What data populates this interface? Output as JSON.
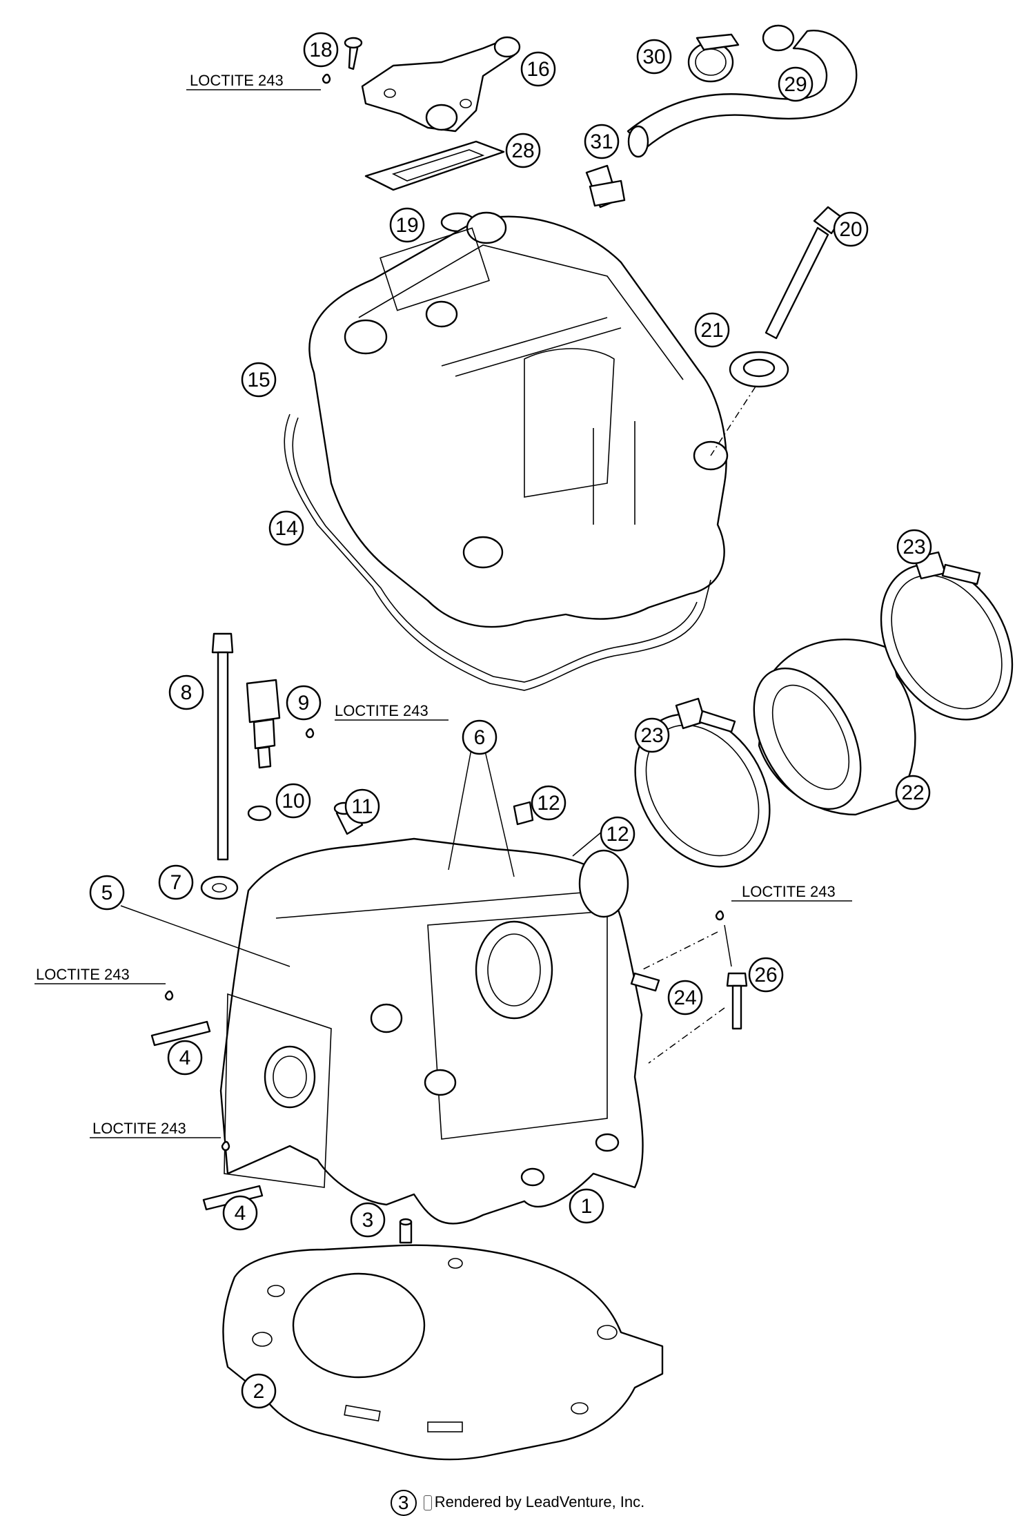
{
  "diagram": {
    "callouts": [
      {
        "id": "c18",
        "label": "18"
      },
      {
        "id": "c16",
        "label": "16"
      },
      {
        "id": "c28",
        "label": "28"
      },
      {
        "id": "c30",
        "label": "30"
      },
      {
        "id": "c29",
        "label": "29"
      },
      {
        "id": "c31",
        "label": "31"
      },
      {
        "id": "c19",
        "label": "19"
      },
      {
        "id": "c20",
        "label": "20"
      },
      {
        "id": "c21",
        "label": "21"
      },
      {
        "id": "c15",
        "label": "15"
      },
      {
        "id": "c14",
        "label": "14"
      },
      {
        "id": "c23a",
        "label": "23"
      },
      {
        "id": "c8",
        "label": "8"
      },
      {
        "id": "c9",
        "label": "9"
      },
      {
        "id": "c6",
        "label": "6"
      },
      {
        "id": "c23b",
        "label": "23"
      },
      {
        "id": "c22",
        "label": "22"
      },
      {
        "id": "c11",
        "label": "11"
      },
      {
        "id": "c12a",
        "label": "12"
      },
      {
        "id": "c12b",
        "label": "12"
      },
      {
        "id": "c10",
        "label": "10"
      },
      {
        "id": "c7",
        "label": "7"
      },
      {
        "id": "c5",
        "label": "5"
      },
      {
        "id": "c26",
        "label": "26"
      },
      {
        "id": "c24",
        "label": "24"
      },
      {
        "id": "c4a",
        "label": "4"
      },
      {
        "id": "c4b",
        "label": "4"
      },
      {
        "id": "c1",
        "label": "1"
      },
      {
        "id": "c3a",
        "label": "3"
      },
      {
        "id": "c2",
        "label": "2"
      }
    ],
    "notes": [
      {
        "id": "n1",
        "text": "LOCTITE 243"
      },
      {
        "id": "n2",
        "text": "LOCTITE 243"
      },
      {
        "id": "n3",
        "text": "LOCTITE 243"
      },
      {
        "id": "n4",
        "text": "LOCTITE 243"
      },
      {
        "id": "n5",
        "text": "LOCTITE 243"
      }
    ]
  },
  "footer": {
    "ref_label": "3",
    "credit": "Rendered by LeadVenture, Inc."
  }
}
